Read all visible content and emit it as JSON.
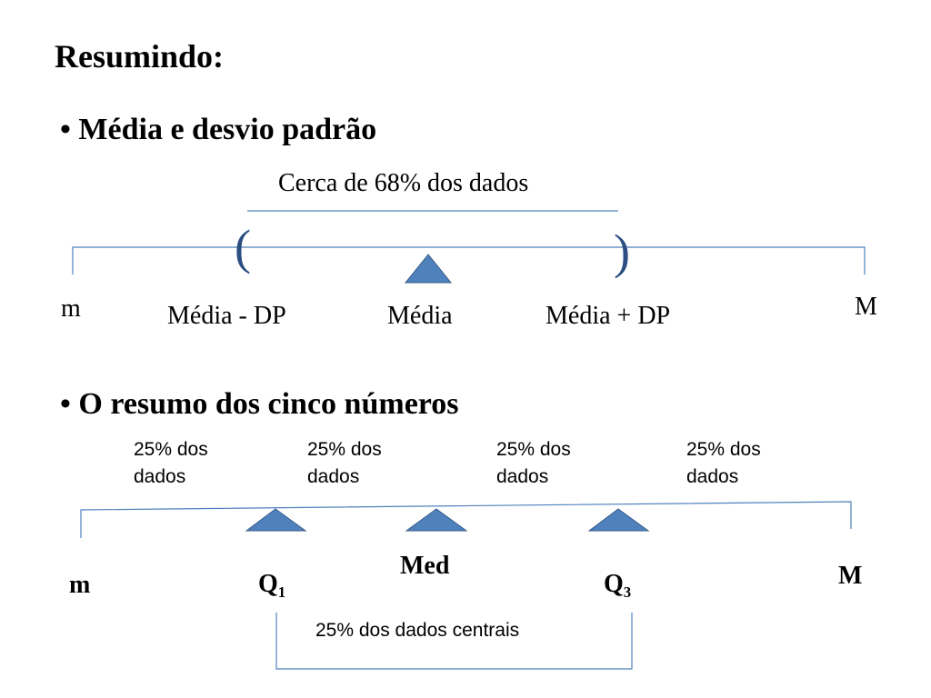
{
  "title": "Resumindo:",
  "bullet_char": "•",
  "colors": {
    "line": "#4f81bd",
    "triangle_fill": "#4f81bd",
    "triangle_stroke": "#385d8a",
    "paren": "#2c4f82",
    "text": "#000000"
  },
  "section1": {
    "heading": "Média e desvio padrão",
    "bracket_label": "Cerca de 68% dos dados",
    "paren_open": "(",
    "paren_close": ")",
    "labels": {
      "min": "m",
      "mean_minus_sd": "Média - DP",
      "mean": "Média",
      "mean_plus_sd": "Média + DP",
      "max": "M"
    }
  },
  "section2": {
    "heading": "O resumo dos cinco números",
    "quarter_labels": [
      "25% dos dados",
      "25% dos dados",
      "25% dos dados",
      "25% dos dados"
    ],
    "labels": {
      "min": "m",
      "q1_base": "Q",
      "q1_sub": "1",
      "median": "Med",
      "q3_base": "Q",
      "q3_sub": "3",
      "max": "M"
    },
    "central_label": "25% dos dados centrais"
  }
}
